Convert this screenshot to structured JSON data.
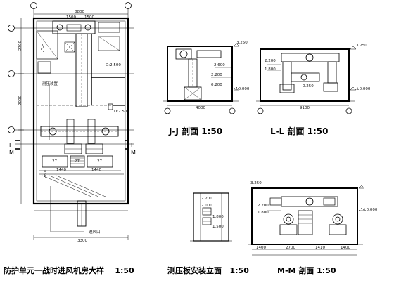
{
  "titles": {
    "plan": "防护单元一战时进风机房大样",
    "plan_scale": "1:50",
    "jj": "J-J 剖面",
    "jj_scale": "1:50",
    "ll": "L-L 剖面",
    "ll_scale": "1:50",
    "plate": "测压板安装立面",
    "plate_scale": "1:50",
    "mm": "M-M 剖面",
    "mm_scale": "1:50"
  },
  "section_marks": {
    "L1": "L",
    "M1": "M",
    "L2": "L",
    "M2": "M"
  },
  "plan_labels": {
    "dim_top": "8800",
    "dim_bottom": "3300",
    "dim_bottom_split": [
      "1440",
      "1440"
    ],
    "dim_left_1": "2700",
    "dim_left_2": "2000",
    "dim_mid": "2800",
    "duct_1": "1500",
    "duct_2": "1500",
    "elev_1": "D:2.500",
    "elev_2": "D:2.500",
    "room_label": "测压装置",
    "equip_a": "27",
    "equip_b": "27",
    "equip_c": "27",
    "note": "进风口"
  },
  "jj_labels": {
    "elev_top": "3.250",
    "elev_a": "2.600",
    "elev_b": "2.200",
    "elev_c": "0.200",
    "elev_base": "±0.000",
    "dim": "4000"
  },
  "ll_labels": {
    "elev_top": "3.250",
    "elev_a": "2.200",
    "elev_b": "1.800",
    "elev_c": "0.250",
    "elev_base": "±0.000",
    "dim": "9100"
  },
  "plate_labels": {
    "elev_a": "2.200",
    "elev_b": "2.000",
    "elev_c": "1.800",
    "elev_d": "1.500"
  },
  "mm_labels": {
    "elev_top": "3.250",
    "elev_a": "2.200",
    "elev_b": "1.800",
    "elev_base": "±0.000",
    "dims": [
      "1400",
      "2700",
      "1410",
      "1400"
    ]
  }
}
